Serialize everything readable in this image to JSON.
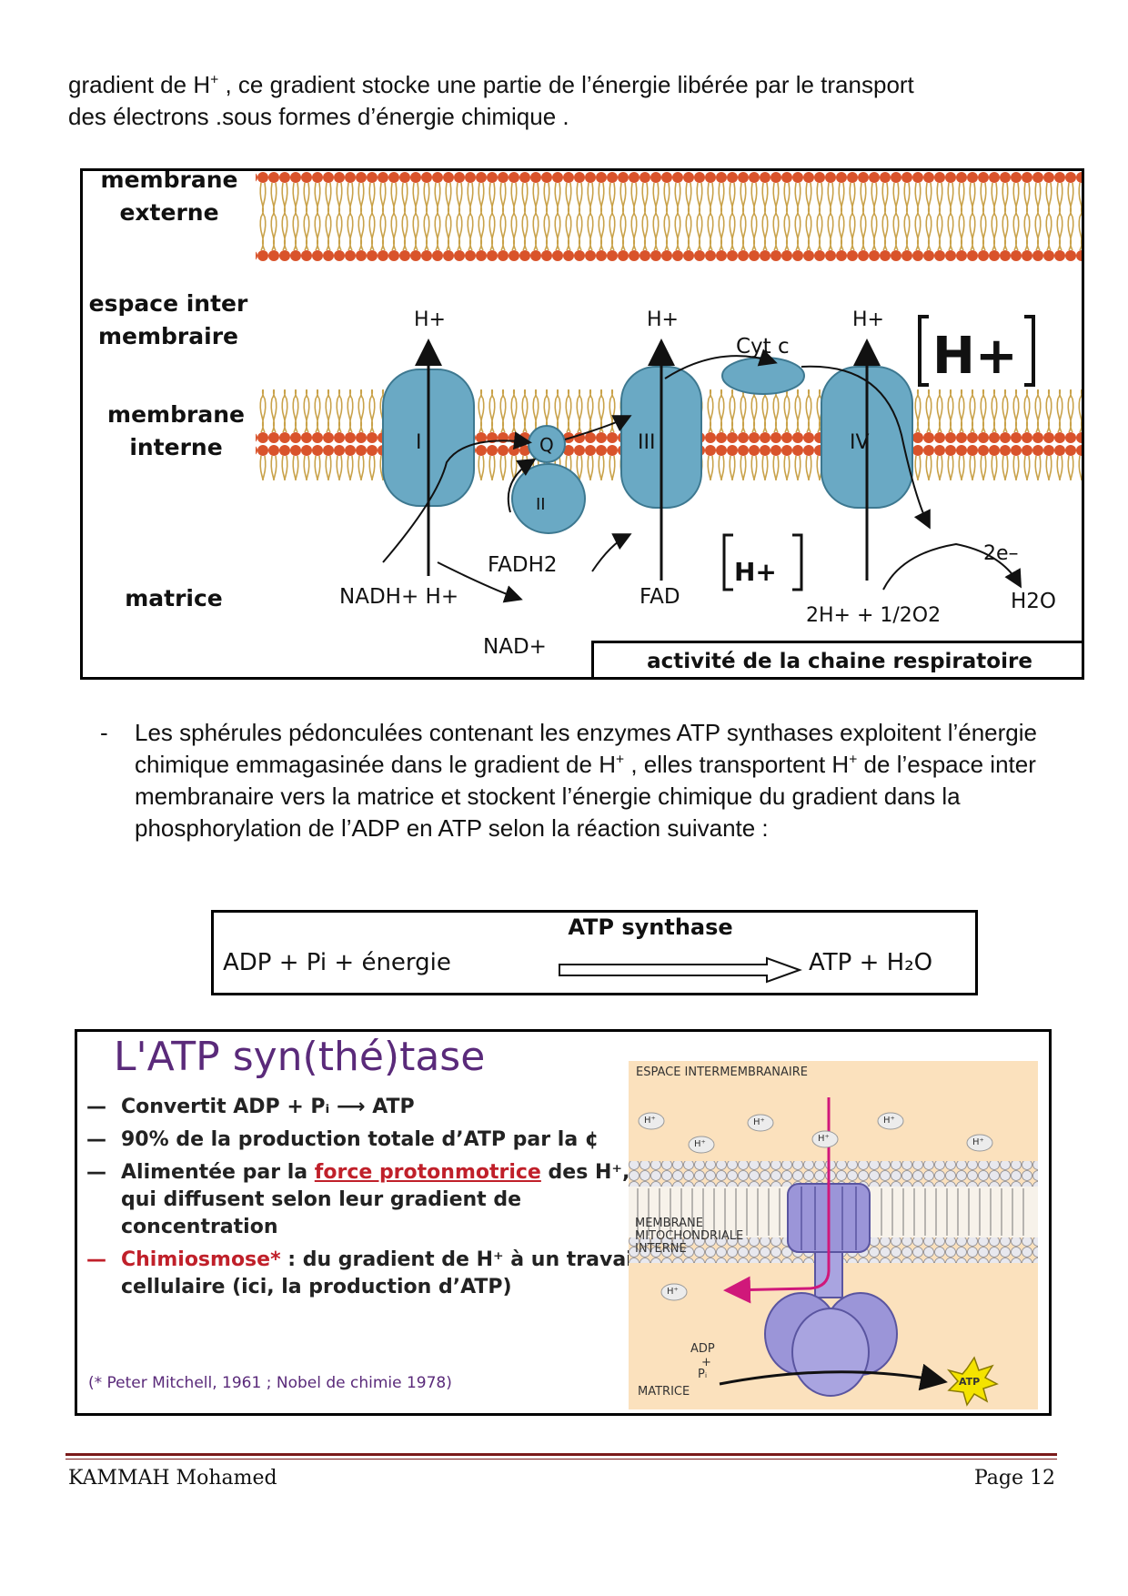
{
  "intro": {
    "line1_a": "gradient de H",
    "line1_sup": "+",
    "line1_b": " , ce gradient stocke une partie de l’énergie libérée par le transport",
    "line2": "des électrons .sous formes d’énergie chimique ."
  },
  "figure1": {
    "labels": {
      "outer_membrane": "membrane externe",
      "intermembrane": "espace inter membraire",
      "inner_membrane": "membrane interne",
      "matrix": "matrice"
    },
    "complexes": [
      "I",
      "II",
      "III",
      "IV"
    ],
    "q_label": "Q",
    "cytc_label": "Cyt c",
    "h_plus": "H+",
    "big_h": "H+",
    "matrix_h": "H+",
    "nadh": "NADH+ H+",
    "nad": "NAD+",
    "fadh2": "FADH2",
    "fad": "FAD",
    "two_e": "2e–",
    "oxygen": "2H+ + 1/2O2",
    "water": "H2O",
    "caption": "activité de la chaine respiratoire"
  },
  "bullet": {
    "dash": "-",
    "text_a": "Les sphérules pédonculées contenant les enzymes ATP synthases exploitent l’énergie chimique emmagasinée dans le gradient de H",
    "sup": "+",
    "text_b": " , elles transportent H",
    "text_c": " de l’espace inter membranaire vers la matrice et stockent l’énergie chimique du gradient dans la phosphorylation de l’ADP en ATP selon la réaction suivante :"
  },
  "equation": {
    "lhs": "ADP  +  Pi  + énergie",
    "enzyme": "ATP synthase",
    "rhs": "ATP + H₂O"
  },
  "figure2": {
    "title": "L'ATP syn(thé)tase",
    "items": [
      {
        "dash": "—",
        "text": "Convertit ADP + Pᵢ ⟶ ATP"
      },
      {
        "dash": "—",
        "text": "90% de la production totale d’ATP par la ¢"
      },
      {
        "dash": "—",
        "pre": "Alimentée par la ",
        "link": "force protonmotrice",
        "post": " des H⁺, qui diffusent selon leur gradient de concentration"
      },
      {
        "dash": "—",
        "lead": "Chimiosmose*",
        "post": " : du gradient de H⁺ à un travail cellulaire (ici, la production d’ATP)"
      }
    ],
    "note": "(* Peter Mitchell, 1961 ; Nobel de chimie 1978)",
    "panel": {
      "space": "ESPACE INTERMEMBRANAIRE",
      "membrane": "MEMBRANE MITOCHONDRIALE INTERNE",
      "matrix": "MATRICE",
      "h": "H⁺",
      "adp": "ADP",
      "plus": "+",
      "pi": "Pᵢ",
      "atp": "ATP"
    }
  },
  "footer": {
    "author": "KAMMAH Mohamed",
    "page": "Page 12"
  },
  "colors": {
    "protein_blue": "#6aa9c4",
    "lipid_head": "#d9532b",
    "lipid_tail": "#c9a24a",
    "synthase_purple": "#9b95d8",
    "background_peach": "#fbe1bd",
    "title_purple": "#5a2a7a",
    "accent_red": "#c0202a"
  }
}
